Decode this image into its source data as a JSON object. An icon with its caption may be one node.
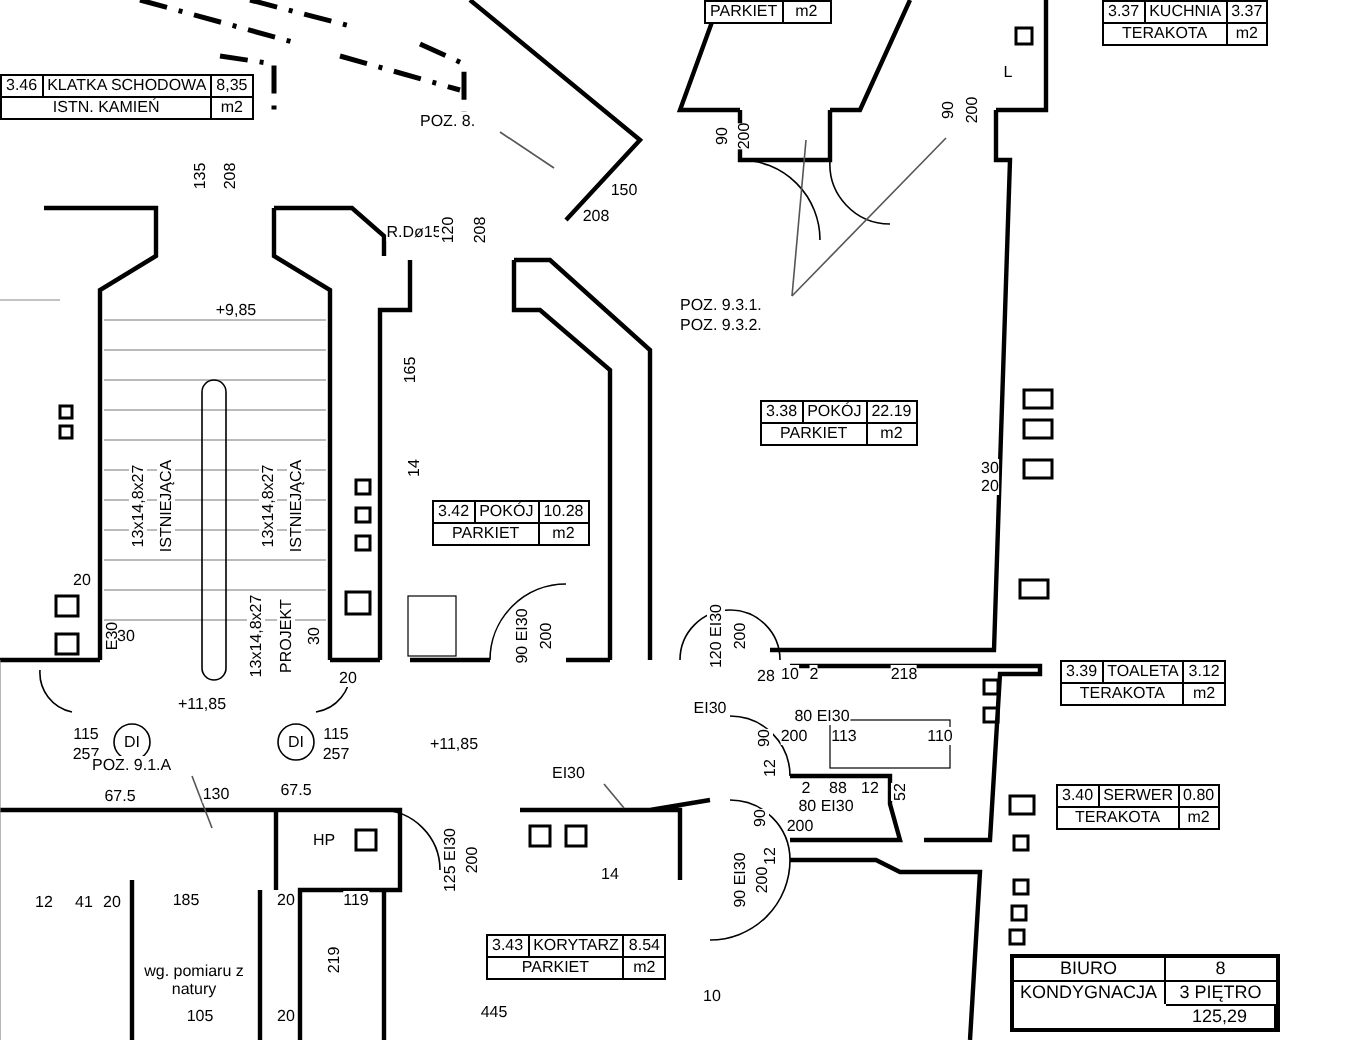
{
  "diagram": {
    "nodes": [
      {
        "text": [
          "3.46",
          "KLATKA SCHODOWA",
          "8,35",
          "ISTN. KAMIEŃ",
          "m2"
        ]
      },
      {
        "text": [
          "3.42",
          "POKÓJ",
          "10.28",
          "PARKIET",
          "m2"
        ]
      },
      {
        "text": [
          "3.38",
          "POKÓJ",
          "22.19",
          "PARKIET",
          "m2"
        ]
      },
      {
        "text": [
          "3.37",
          "KUCHNIA",
          "3.37",
          "TERAKOTA",
          "m2"
        ]
      },
      {
        "text": [
          "3.39",
          "TOALETA",
          "3.12",
          "TERAKOTA",
          "m2"
        ]
      },
      {
        "text": [
          "3.40",
          "SERWER",
          "0.80",
          "TERAKOTA",
          "m2"
        ]
      },
      {
        "text": [
          "3.43",
          "KORYTARZ",
          "8.54",
          "PARKIET",
          "m2"
        ]
      },
      {
        "text": [
          "PARKIET",
          "m2"
        ]
      },
      {
        "text": [
          "BIURO",
          "8",
          "KONDYGNACJA",
          "3 PIĘTRO",
          "125,29"
        ]
      },
      {
        "text": [
          "POZ. 8."
        ]
      },
      {
        "text": [
          "POZ. 9.3.1. POZ. 9.3.2."
        ]
      },
      {
        "text": [
          "EI30"
        ]
      },
      {
        "text": [
          "POZ. 9.1.A"
        ]
      }
    ],
    "edges": [
      {
        "from": 9,
        "to": null,
        "arrow": "none"
      },
      {
        "from": 10,
        "to": null,
        "arrow": "none"
      },
      {
        "from": 10,
        "to": null,
        "arrow": "none"
      },
      {
        "from": 11,
        "to": null,
        "arrow": "none"
      },
      {
        "from": 12,
        "to": null,
        "arrow": "none"
      }
    ],
    "labels": [
      "135",
      "208",
      "R.Dø15",
      "120",
      "208",
      "150",
      "208",
      "+9,85",
      "165",
      "90",
      "200",
      "90",
      "200",
      "L",
      "13x14,8x27",
      "ISTNIEJĄCA",
      "13x14,8x27",
      "ISTNIEJĄCA",
      "14",
      "30",
      "20",
      "20",
      "E30",
      "30",
      "13x14,8x27",
      "PROJEKT",
      "30",
      "20",
      "90 EI30",
      "200",
      "120 EI30",
      "200",
      "28",
      "10",
      "2",
      "218",
      "+11,85",
      "EI30",
      "80 EI30",
      "115",
      "257",
      "DI",
      "DI",
      "115",
      "257",
      "+11,85",
      "90",
      "200",
      "113",
      "110",
      "12",
      "2",
      "88",
      "12",
      "52",
      "90",
      "80 EI30",
      "200",
      "12",
      "67.5",
      "130",
      "67.5",
      "HP",
      "125 EI30",
      "200",
      "14",
      "90 EI30",
      "200",
      "12",
      "41",
      "20",
      "185",
      "20",
      "119",
      "wg. pomiaru z natury",
      "219",
      "105",
      "20",
      "445",
      "10"
    ]
  }
}
